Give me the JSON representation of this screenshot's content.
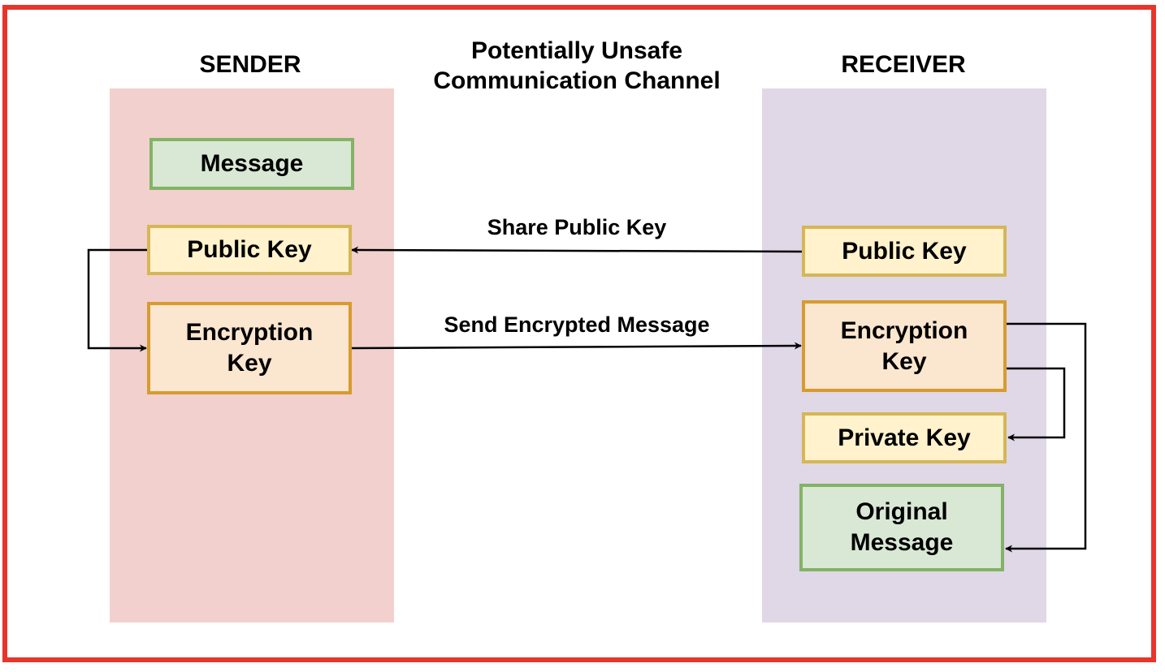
{
  "headings": {
    "sender": "SENDER",
    "receiver": "RECEIVER",
    "channel": "Potentially Unsafe\nCommunication Channel"
  },
  "sender": {
    "message": "Message",
    "public_key": "Public Key",
    "encryption_key": "Encryption\nKey"
  },
  "receiver": {
    "public_key": "Public Key",
    "encryption_key": "Encryption\nKey",
    "private_key": "Private Key",
    "original_message": "Original\nMessage"
  },
  "edges": {
    "share_public_key": "Share Public Key",
    "send_encrypted_message": "Send Encrypted Message"
  },
  "colors": {
    "frame": "#e8352b",
    "sender_lane": "#f2d0ce",
    "receiver_lane": "#e0d7e7",
    "green_fill": "#d9e8d5",
    "yellow_fill": "#fff2cc",
    "orange_fill": "#fbe6cf"
  }
}
